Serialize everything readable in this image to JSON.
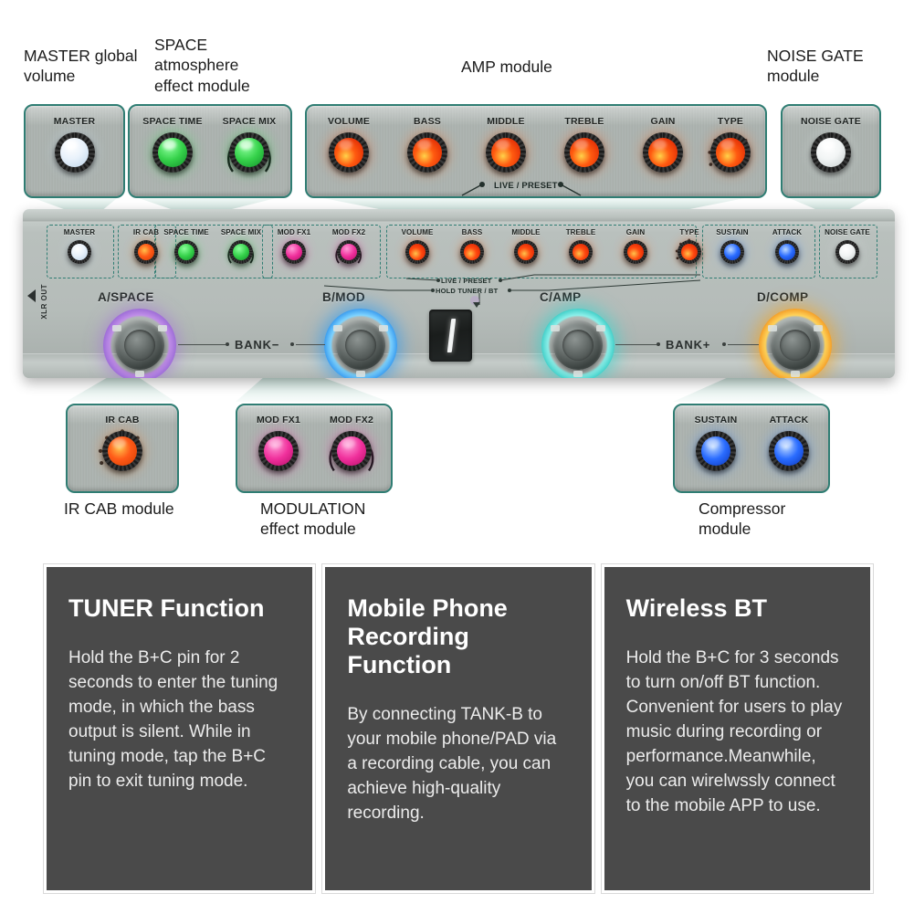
{
  "colors": {
    "teal_border": "#2f7d73",
    "beam": "#cfe4dd",
    "panel_gray": "#b0b7b4",
    "card_bg": "#4a4a4a"
  },
  "callouts": {
    "master": {
      "caption": "MASTER global\nvolume",
      "knobs": [
        {
          "label": "MASTER",
          "color": "#eef4fb",
          "glow": "#cfe2f7",
          "arc": false
        }
      ]
    },
    "space": {
      "caption": "SPACE\natmosphere\neffect module",
      "knobs": [
        {
          "label": "SPACE TIME",
          "color": "#35d14a",
          "glow": "#3ee65a",
          "arc": false
        },
        {
          "label": "SPACE MIX",
          "color": "#35d14a",
          "glow": "#3ee65a",
          "arc": true
        }
      ]
    },
    "amp": {
      "caption": "AMP module",
      "sub_label": "LIVE / PRESET",
      "knobs": [
        {
          "label": "VOLUME",
          "color": "#ff3d10",
          "glow": "#ff5a18",
          "arc": false
        },
        {
          "label": "BASS",
          "color": "#ff4a12",
          "glow": "#ff6a1c",
          "arc": false
        },
        {
          "label": "MIDDLE",
          "color": "#ff4410",
          "glow": "#ff6418",
          "arc": false
        },
        {
          "label": "TREBLE",
          "color": "#ff3b0f",
          "glow": "#ff5c18",
          "arc": false
        },
        {
          "label": "GAIN",
          "color": "#ff4814",
          "glow": "#ff6a1e",
          "arc": false
        },
        {
          "label": "TYPE",
          "color": "#ff4010",
          "glow": "#ff6018",
          "arc": true
        }
      ]
    },
    "noise_gate": {
      "caption": "NOISE GATE\nmodule",
      "knobs": [
        {
          "label": "NOISE GATE",
          "color": "#f4f6f6",
          "glow": "#e6ecec",
          "arc": false
        }
      ]
    },
    "ir_cab": {
      "caption": "IR CAB module",
      "knobs": [
        {
          "label": "IR CAB",
          "color": "#ff5a18",
          "glow": "#ff7a22",
          "arc": true
        }
      ]
    },
    "modulation": {
      "caption": "MODULATION\neffect module",
      "knobs": [
        {
          "label": "MOD FX1",
          "color": "#f0309c",
          "glow": "#ff3fae",
          "arc": false
        },
        {
          "label": "MOD FX2",
          "color": "#f0309c",
          "glow": "#ff3fae",
          "arc": true
        }
      ]
    },
    "compressor": {
      "caption": "Compressor\nmodule",
      "knobs": [
        {
          "label": "SUSTAIN",
          "color": "#2a6cff",
          "glow": "#3f86ff",
          "arc": false
        },
        {
          "label": "ATTACK",
          "color": "#2a6cff",
          "glow": "#3f86ff",
          "arc": false
        }
      ]
    }
  },
  "pedal": {
    "xlr_label": "XLR OUT",
    "display_value": "1",
    "micro_labels": {
      "live_preset": "LIVE / PRESET",
      "hold_tuner_bt": "HOLD TUNER / BT"
    },
    "bank_left": "BANK−",
    "bank_right": "BANK+",
    "knob_groups": [
      {
        "name": "master",
        "knobs": [
          {
            "label": "MASTER",
            "color": "#eef4fb",
            "glow": "#cfe2f7",
            "arc": false
          }
        ]
      },
      {
        "name": "ir-cab",
        "knobs": [
          {
            "label": "IR CAB",
            "color": "#ff5a18",
            "glow": "#ff7a22",
            "arc": true
          }
        ]
      },
      {
        "name": "space",
        "knobs": [
          {
            "label": "SPACE TIME",
            "color": "#35d14a",
            "glow": "#3ee65a",
            "arc": false
          },
          {
            "label": "SPACE MIX",
            "color": "#35d14a",
            "glow": "#3ee65a",
            "arc": true
          }
        ]
      },
      {
        "name": "modulation",
        "knobs": [
          {
            "label": "MOD FX1",
            "color": "#f0309c",
            "glow": "#ff3fae",
            "arc": false
          },
          {
            "label": "MOD FX2",
            "color": "#f0309c",
            "glow": "#ff3fae",
            "arc": true
          }
        ]
      },
      {
        "name": "amp",
        "knobs": [
          {
            "label": "VOLUME",
            "color": "#ff3d10",
            "glow": "#ff5a18",
            "arc": false
          },
          {
            "label": "BASS",
            "color": "#ff4a12",
            "glow": "#ff6a1c",
            "arc": false
          },
          {
            "label": "MIDDLE",
            "color": "#ff4410",
            "glow": "#ff6418",
            "arc": false
          },
          {
            "label": "TREBLE",
            "color": "#ff3b0f",
            "glow": "#ff5c18",
            "arc": false
          },
          {
            "label": "GAIN",
            "color": "#ff4814",
            "glow": "#ff6a1e",
            "arc": false
          },
          {
            "label": "TYPE",
            "color": "#ff4010",
            "glow": "#ff6018",
            "arc": true
          }
        ]
      },
      {
        "name": "compressor",
        "knobs": [
          {
            "label": "SUSTAIN",
            "color": "#2a6cff",
            "glow": "#3f86ff",
            "arc": false
          },
          {
            "label": "ATTACK",
            "color": "#2a6cff",
            "glow": "#3f86ff",
            "arc": false
          }
        ]
      },
      {
        "name": "noise-gate",
        "knobs": [
          {
            "label": "NOISE GATE",
            "color": "#f4f6f6",
            "glow": "#e6ecec",
            "arc": false
          }
        ]
      }
    ],
    "footswitches": [
      {
        "name": "A/SPACE",
        "halo": "#a779d6"
      },
      {
        "name": "B/MOD",
        "halo": "#2e9bf0"
      },
      {
        "name": "C/AMP",
        "halo": "#3ad6cf"
      },
      {
        "name": "D/COMP",
        "halo": "#f5a623"
      }
    ]
  },
  "cards": [
    {
      "title": "TUNER Function",
      "body": "Hold the B+C pin for 2 seconds to enter the tuning mode, in which the bass output is silent. While in tuning mode, tap the B+C pin to exit tuning mode."
    },
    {
      "title": "Mobile Phone Recording Function",
      "body": "By connecting TANK-B to your mobile phone/PAD via a recording cable, you can achieve high-quality recording."
    },
    {
      "title": "Wireless BT",
      "body": "Hold the B+C for 3 seconds to turn on/off BT function. Convenient for users to play music during recording or performance.Meanwhile, you can wirelwssly connect to the mobile APP to use."
    }
  ]
}
